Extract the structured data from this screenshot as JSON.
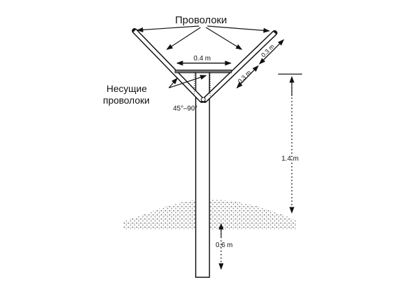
{
  "labels": {
    "wires": "Проволоки",
    "support_wires_line1": "Несущие",
    "support_wires_line2": "проволоки",
    "angle": "45°–90°",
    "crossbar_width": "0.4 m",
    "arm_segment_upper": "0.3 m",
    "arm_segment_lower": "0.3 m",
    "height_above_ground": "1.4 m",
    "depth_below_ground": "0.6 m"
  }
}
